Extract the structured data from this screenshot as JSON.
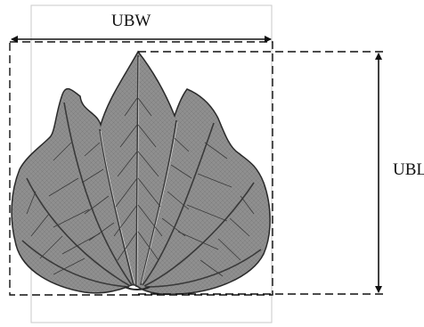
{
  "labels": {
    "width": "UBW",
    "length": "UBL"
  },
  "colors": {
    "leaf_fill": "#8f8f8f",
    "leaf_outline": "#2a2a2a",
    "vein": "#3a3a3a",
    "vein_highlight": "#d8d8d8",
    "panel_border": "#c8c8c8",
    "measure_line": "#111111"
  },
  "icons": {
    "double_arrow": "double-headed-arrow",
    "leaf": "heart-shaped-leaf-icon"
  }
}
